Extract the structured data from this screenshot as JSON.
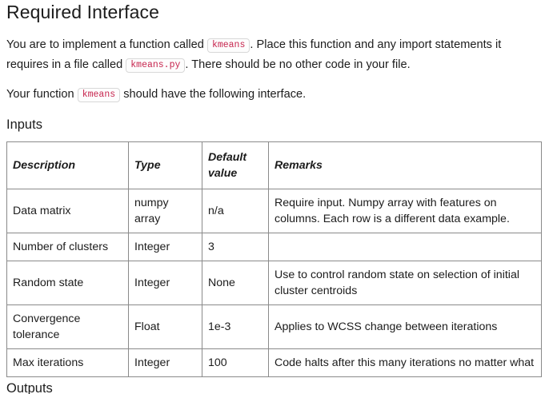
{
  "document": {
    "title": "Required Interface",
    "paragraphs": [
      {
        "before": "You are to implement a function called ",
        "code": "kmeans",
        "middle": ". Place this function and any import statements it requires in a file called ",
        "code2": "kmeans.py",
        "after": ". There should be no other code in your file."
      },
      {
        "before": "Your function ",
        "code": "kmeans",
        "after": " should have the following interface."
      }
    ],
    "section_heading": "Inputs",
    "next_section_partial": "Outputs"
  },
  "table": {
    "columns": [
      "Description",
      "Type",
      "Default value",
      "Remarks"
    ],
    "rows": [
      {
        "description": "Data matrix",
        "type": "numpy array",
        "default": "n/a",
        "remarks": "Require input. Numpy array with features on columns. Each row is a different data example."
      },
      {
        "description": "Number of clusters",
        "type": "Integer",
        "default": "3",
        "remarks": ""
      },
      {
        "description": "Random state",
        "type": "Integer",
        "default": "None",
        "remarks": "Use to control random state on selection of initial cluster centroids"
      },
      {
        "description": "Convergence tolerance",
        "type": "Float",
        "default": "1e-3",
        "remarks": "Applies to WCSS change between iterations"
      },
      {
        "description": "Max iterations",
        "type": "Integer",
        "default": "100",
        "remarks": "Code halts after this many iterations no matter what"
      }
    ]
  },
  "colors": {
    "code_text": "#c7254e",
    "code_border": "#d8d8d8",
    "table_border": "#8a8a8a",
    "body_text": "#1c1c1c",
    "background": "#ffffff"
  }
}
